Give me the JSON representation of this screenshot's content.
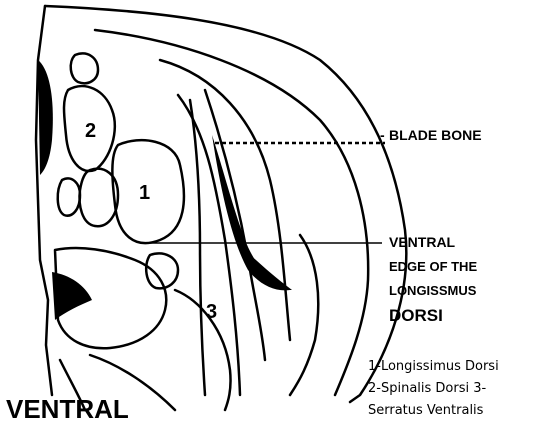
{
  "labels": {
    "blade_bone": "BLADE BONE",
    "blade_bone_dash": "-",
    "ventral_edge": [
      "VENTRAL",
      "EDGE OF THE",
      "LONGISSMUS",
      "DORSI"
    ],
    "ventral": "VENTRAL"
  },
  "numbers": [
    "1",
    "2",
    "3"
  ],
  "legend": [
    "1-Longissimus Dorsi",
    "2-Spinalis Dorsi 3-",
    "Serratus Ventralis"
  ]
}
